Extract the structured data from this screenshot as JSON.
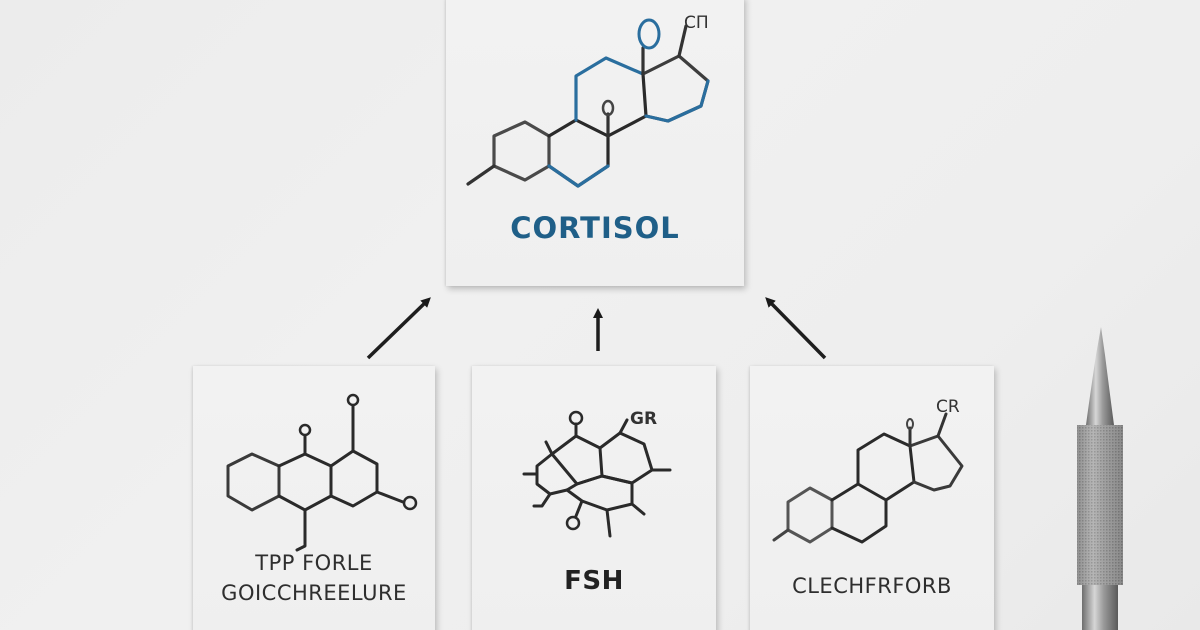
{
  "diagram": {
    "type": "hormone-relationship-diagram",
    "top_card": {
      "label": "CORTISOL",
      "label_color": "#1f5f88",
      "substituent_label": "CΠ"
    },
    "bottom_cards": [
      {
        "label_line1": "TPP FORLE",
        "label_line2": "GOICCHREELURE",
        "substituent_labels": [
          "O",
          "O",
          "O"
        ]
      },
      {
        "label": "FSH",
        "substituent_label": "GR"
      },
      {
        "label": "CLECHFRFORB",
        "substituent_label": "CR"
      }
    ],
    "arrows": [
      {
        "from": "bottom_card_1",
        "to": "top_card",
        "direction": "up-right"
      },
      {
        "from": "bottom_card_2",
        "to": "top_card",
        "direction": "up"
      },
      {
        "from": "bottom_card_3",
        "to": "top_card",
        "direction": "up-left"
      }
    ],
    "colors": {
      "background": "#eeeeee",
      "card": "#f1f1f1",
      "ink": "#222222",
      "accent_blue": "#2a6e9e"
    }
  }
}
